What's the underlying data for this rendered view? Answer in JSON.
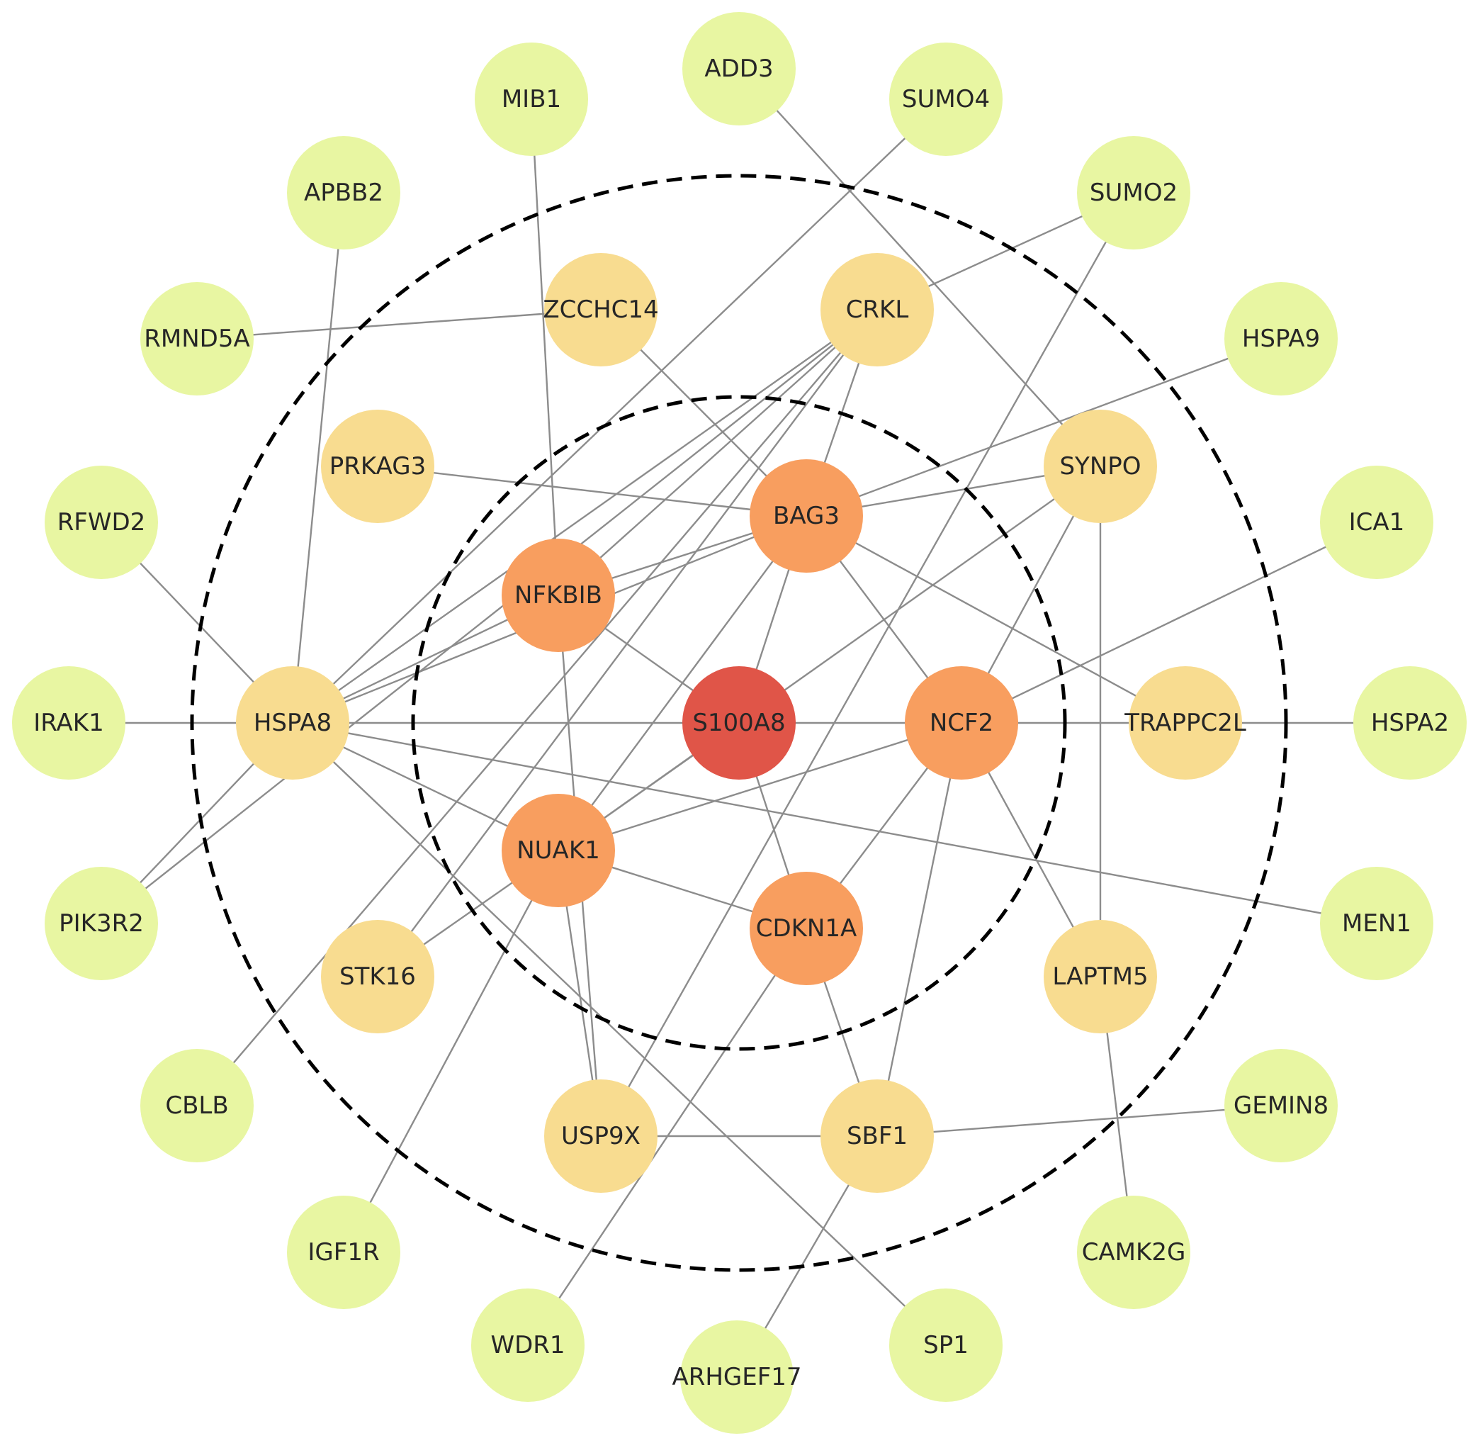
{
  "network": {
    "colors": {
      "center": "#e05548",
      "first_shell": "#f89e5f",
      "second_shell": "#f8dc90",
      "outer": "#e8f6a2",
      "edge": "#8c8c8c",
      "ring": "#000000"
    },
    "nodes": [
      {
        "id": "S100A8",
        "label": "S100A8",
        "level": "center"
      },
      {
        "id": "BAG3",
        "label": "BAG3",
        "level": "first_shell"
      },
      {
        "id": "NFKBIB",
        "label": "NFKBIB",
        "level": "first_shell"
      },
      {
        "id": "NCF2",
        "label": "NCF2",
        "level": "first_shell"
      },
      {
        "id": "NUAK1",
        "label": "NUAK1",
        "level": "first_shell"
      },
      {
        "id": "CDKN1A",
        "label": "CDKN1A",
        "level": "first_shell"
      },
      {
        "id": "ZCCHC14",
        "label": "ZCCHC14",
        "level": "second_shell"
      },
      {
        "id": "CRKL",
        "label": "CRKL",
        "level": "second_shell"
      },
      {
        "id": "PRKAG3",
        "label": "PRKAG3",
        "level": "second_shell"
      },
      {
        "id": "SYNPO",
        "label": "SYNPO",
        "level": "second_shell"
      },
      {
        "id": "HSPA8",
        "label": "HSPA8",
        "level": "second_shell"
      },
      {
        "id": "TRAPPC2L",
        "label": "TRAPPC2L",
        "level": "second_shell"
      },
      {
        "id": "STK16",
        "label": "STK16",
        "level": "second_shell"
      },
      {
        "id": "LAPTM5",
        "label": "LAPTM5",
        "level": "second_shell"
      },
      {
        "id": "USP9X",
        "label": "USP9X",
        "level": "second_shell"
      },
      {
        "id": "SBF1",
        "label": "SBF1",
        "level": "second_shell"
      },
      {
        "id": "ADD3",
        "label": "ADD3",
        "level": "outer"
      },
      {
        "id": "MIB1",
        "label": "MIB1",
        "level": "outer"
      },
      {
        "id": "SUMO4",
        "label": "SUMO4",
        "level": "outer"
      },
      {
        "id": "APBB2",
        "label": "APBB2",
        "level": "outer"
      },
      {
        "id": "SUMO2",
        "label": "SUMO2",
        "level": "outer"
      },
      {
        "id": "RMND5A",
        "label": "RMND5A",
        "level": "outer"
      },
      {
        "id": "HSPA9",
        "label": "HSPA9",
        "level": "outer"
      },
      {
        "id": "RFWD2",
        "label": "RFWD2",
        "level": "outer"
      },
      {
        "id": "ICA1",
        "label": "ICA1",
        "level": "outer"
      },
      {
        "id": "IRAK1",
        "label": "IRAK1",
        "level": "outer"
      },
      {
        "id": "HSPA2",
        "label": "HSPA2",
        "level": "outer"
      },
      {
        "id": "PIK3R2",
        "label": "PIK3R2",
        "level": "outer"
      },
      {
        "id": "MEN1",
        "label": "MEN1",
        "level": "outer"
      },
      {
        "id": "CBLB",
        "label": "CBLB",
        "level": "outer"
      },
      {
        "id": "GEMIN8",
        "label": "GEMIN8",
        "level": "outer"
      },
      {
        "id": "IGF1R",
        "label": "IGF1R",
        "level": "outer"
      },
      {
        "id": "CAMK2G",
        "label": "CAMK2G",
        "level": "outer"
      },
      {
        "id": "WDR1",
        "label": "WDR1",
        "level": "outer"
      },
      {
        "id": "SP1",
        "label": "SP1",
        "level": "outer"
      },
      {
        "id": "ARHGEF17",
        "label": "ARHGEF17",
        "level": "outer"
      }
    ],
    "edges": [
      [
        "IRAK1",
        "HSPA8"
      ],
      [
        "HSPA8",
        "S100A8"
      ],
      [
        "S100A8",
        "NCF2"
      ],
      [
        "NCF2",
        "HSPA2"
      ],
      [
        "RFWD2",
        "HSPA8"
      ],
      [
        "APBB2",
        "HSPA8"
      ],
      [
        "HSPA8",
        "CRKL"
      ],
      [
        "HSPA8",
        "NFKBIB"
      ],
      [
        "HSPA8",
        "BAG3"
      ],
      [
        "HSPA8",
        "SUMO4"
      ],
      [
        "HSPA8",
        "NUAK1"
      ],
      [
        "HSPA8",
        "MEN1"
      ],
      [
        "HSPA8",
        "SP1"
      ],
      [
        "HSPA8",
        "PIK3R2"
      ],
      [
        "PIK3R2",
        "CRKL"
      ],
      [
        "RMND5A",
        "ZCCHC14"
      ],
      [
        "ZCCHC14",
        "BAG3"
      ],
      [
        "PRKAG3",
        "BAG3"
      ],
      [
        "BAG3",
        "SYNPO"
      ],
      [
        "BAG3",
        "HSPA9"
      ],
      [
        "BAG3",
        "S100A8"
      ],
      [
        "BAG3",
        "NCF2"
      ],
      [
        "BAG3",
        "TRAPPC2L"
      ],
      [
        "BAG3",
        "NUAK1"
      ],
      [
        "BAG3",
        "CRKL"
      ],
      [
        "NFKBIB",
        "S100A8"
      ],
      [
        "NFKBIB",
        "BAG3"
      ],
      [
        "NFKBIB",
        "CRKL"
      ],
      [
        "MIB1",
        "NFKBIB"
      ],
      [
        "NFKBIB",
        "USP9X"
      ],
      [
        "ADD3",
        "SYNPO"
      ],
      [
        "SUMO2",
        "CRKL"
      ],
      [
        "SUMO2",
        "USP9X"
      ],
      [
        "SYNPO",
        "NCF2"
      ],
      [
        "SYNPO",
        "NUAK1"
      ],
      [
        "SYNPO",
        "LAPTM5"
      ],
      [
        "ICA1",
        "NCF2"
      ],
      [
        "NCF2",
        "NUAK1"
      ],
      [
        "NCF2",
        "CDKN1A"
      ],
      [
        "NCF2",
        "LAPTM5"
      ],
      [
        "NCF2",
        "SBF1"
      ],
      [
        "NUAK1",
        "S100A8"
      ],
      [
        "NUAK1",
        "CDKN1A"
      ],
      [
        "NUAK1",
        "STK16"
      ],
      [
        "NUAK1",
        "USP9X"
      ],
      [
        "NUAK1",
        "IGF1R"
      ],
      [
        "S100A8",
        "CDKN1A"
      ],
      [
        "CDKN1A",
        "SBF1"
      ],
      [
        "CDKN1A",
        "WDR1"
      ],
      [
        "STK16",
        "CRKL"
      ],
      [
        "CBLB",
        "CRKL"
      ],
      [
        "USP9X",
        "SBF1"
      ],
      [
        "SBF1",
        "GEMIN8"
      ],
      [
        "SBF1",
        "ARHGEF17"
      ],
      [
        "LAPTM5",
        "CAMK2G"
      ]
    ]
  }
}
